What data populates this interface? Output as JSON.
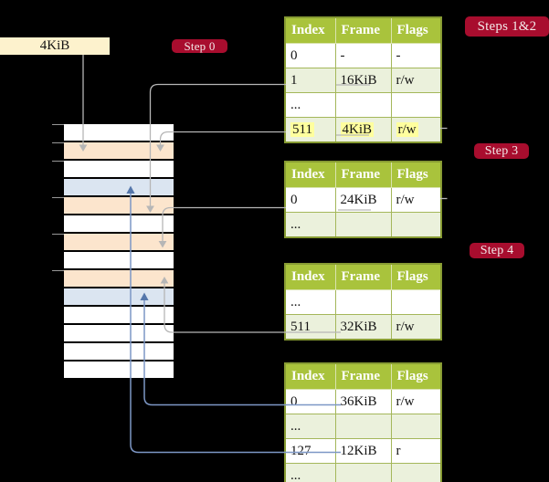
{
  "title": "Multi-level page table walk diagram",
  "frame_box": {
    "label": "4KiB"
  },
  "badges": {
    "step0": {
      "label": "Step 0"
    },
    "steps12": {
      "label": "Steps 1&2"
    },
    "step3": {
      "label": "Step 3"
    },
    "step4": {
      "label": "Step 4"
    }
  },
  "table_headers": [
    "Index",
    "Frame",
    "Flags"
  ],
  "tables": {
    "t1": {
      "name": "page-table-steps-1-2",
      "rows": [
        {
          "cells": [
            "0",
            "-",
            "-"
          ],
          "highlight": false
        },
        {
          "cells": [
            "1",
            "16KiB",
            "r/w"
          ],
          "highlight": false
        },
        {
          "cells": [
            "...",
            "",
            ""
          ],
          "highlight": false
        },
        {
          "cells": [
            "511",
            "4KiB",
            "r/w"
          ],
          "highlight": true
        }
      ]
    },
    "t2": {
      "name": "page-table-step-3",
      "rows": [
        {
          "cells": [
            "0",
            "24KiB",
            "r/w"
          ],
          "highlight": false
        },
        {
          "cells": [
            "...",
            "",
            ""
          ],
          "highlight": false
        }
      ]
    },
    "t3": {
      "name": "page-table-step-4",
      "rows": [
        {
          "cells": [
            "...",
            "",
            ""
          ],
          "highlight": false
        },
        {
          "cells": [
            "511",
            "32KiB",
            "r/w"
          ],
          "highlight": false
        }
      ]
    },
    "t4": {
      "name": "page-table-leaf",
      "rows": [
        {
          "cells": [
            "0",
            "36KiB",
            "r/w"
          ],
          "highlight": false
        },
        {
          "cells": [
            "...",
            "",
            ""
          ],
          "highlight": false
        },
        {
          "cells": [
            "127",
            "12KiB",
            "r"
          ],
          "highlight": false
        },
        {
          "cells": [
            "...",
            "",
            ""
          ],
          "highlight": false
        }
      ]
    }
  },
  "memory": {
    "rows": [
      "white",
      "peach",
      "white",
      "blue",
      "peach",
      "white",
      "peach",
      "white",
      "peach",
      "blue",
      "white",
      "white",
      "white",
      "white"
    ]
  },
  "colors": {
    "white": "#ffffff",
    "peach": "#fce5cd",
    "blue": "#dbe5f1",
    "badge_red": "#a80d2e",
    "header_green": "#a9c33c",
    "table_border": "#879b33",
    "row_green": "#ebf1dc",
    "highlight_yellow": "#ffff9e",
    "frame_box_cream": "#fdf2cd",
    "gray_arrow": "#b6b6b6",
    "blue_arrow": "#7d97c6"
  }
}
